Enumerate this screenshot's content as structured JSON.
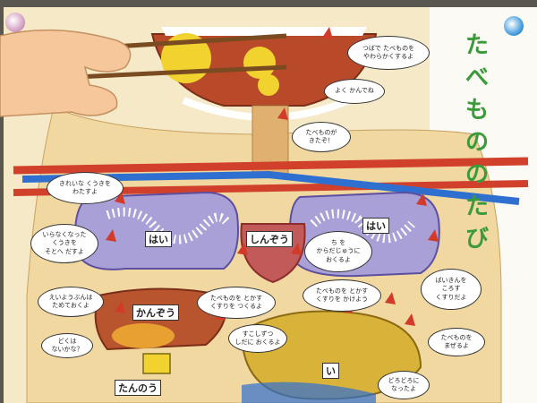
{
  "title": "たべもののたび",
  "organs": {
    "lung_left": "はい",
    "lung_right": "はい",
    "heart": "しんぞう",
    "liver": "かんぞう",
    "gallbladder": "たんのう",
    "stomach": "い"
  },
  "bubbles": {
    "chew_soft": "つばで たべものを\nやわらかくするよ",
    "chew_well": "よく かんでね",
    "food_came": "たべものが\nきたぞ！",
    "clean_air": "きれいな くうきを\nわたすよ",
    "used_air": "いらなくなった\nくうきを\nそとへ だすよ",
    "send_body": "ち を\nからだじゅうに\nおくるよ",
    "nutrient_store": "えいようぶんは\nためておくよ",
    "poison": "どくは\nないかな？",
    "make_medicine": "たべものを とかす\nくすりを つくるよ",
    "bit_by_bit": "すこしずつ\nしだに おくるよ",
    "melt_medicine": "たべものを とかす\nくすりを かけよう",
    "kill_germs": "ばいきんを\nころす\nくすりだよ",
    "mix_food": "たべものを\nまぜるよ",
    "mushy": "どろどろに\nなったよ"
  },
  "colors": {
    "poster_bg": "#f5e9c8",
    "mouth": "#b84a2a",
    "lung": "#a9a0d8",
    "blood_red": "#d0402a",
    "blood_blue": "#2f6fd0",
    "title_green": "#3b9a3a",
    "stomach": "#d9b23a",
    "liver": "#b8552e"
  }
}
